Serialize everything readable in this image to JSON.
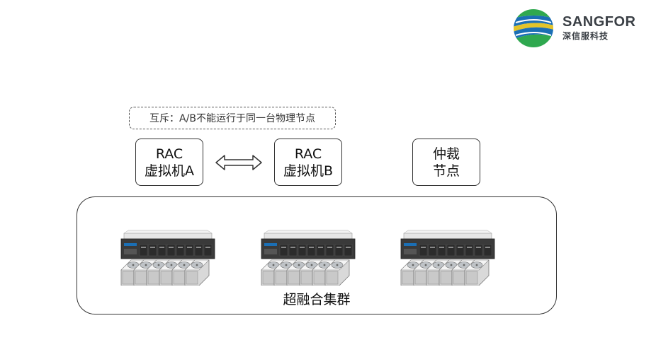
{
  "logo": {
    "brand_en": "SANGFOR",
    "brand_cn": "深信服科技"
  },
  "mutex_note": "互斥：A/B不能运行于同一台物理节点",
  "nodes": [
    {
      "line1": "RAC",
      "line2": "虚拟机A"
    },
    {
      "line1": "RAC",
      "line2": "虚拟机B"
    },
    {
      "line1": "仲裁",
      "line2": "节点"
    }
  ],
  "cluster": {
    "label": "超融合集群",
    "servers": 3,
    "disks_per_server": 6
  },
  "colors": {
    "logo_blue": "#1b6fb5",
    "logo_green": "#2fa84f",
    "logo_yellow": "#e3c42a",
    "border": "#333333"
  }
}
